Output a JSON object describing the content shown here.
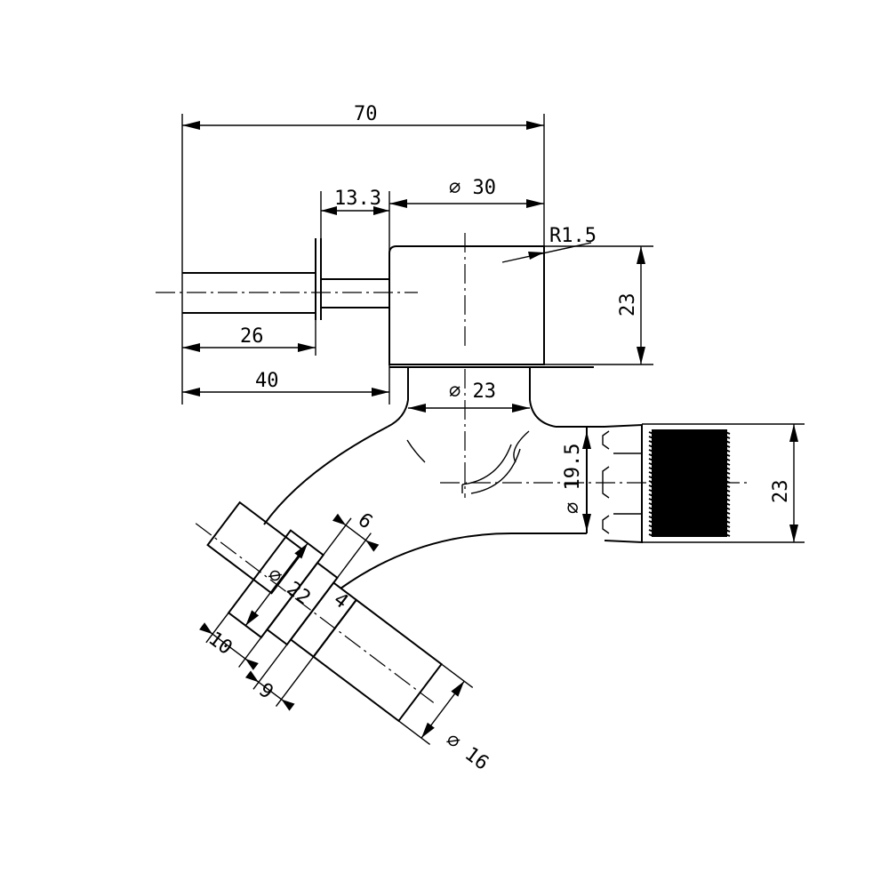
{
  "dimensions": {
    "overall_length": "70",
    "stem_length": "40",
    "rod_length": "26",
    "neck_length": "13.3",
    "head_diameter": "∅ 30",
    "head_height": "23",
    "corner_radius": "R1.5",
    "neck_diameter": "∅ 23",
    "bore_diameter": "∅ 19.5",
    "thread_height": "23",
    "collar_width": "10",
    "collar_diameter": "∅ 22",
    "ring_width": "9",
    "ring_gap": "4",
    "offset": "6",
    "tip_diameter": "∅ 16"
  }
}
